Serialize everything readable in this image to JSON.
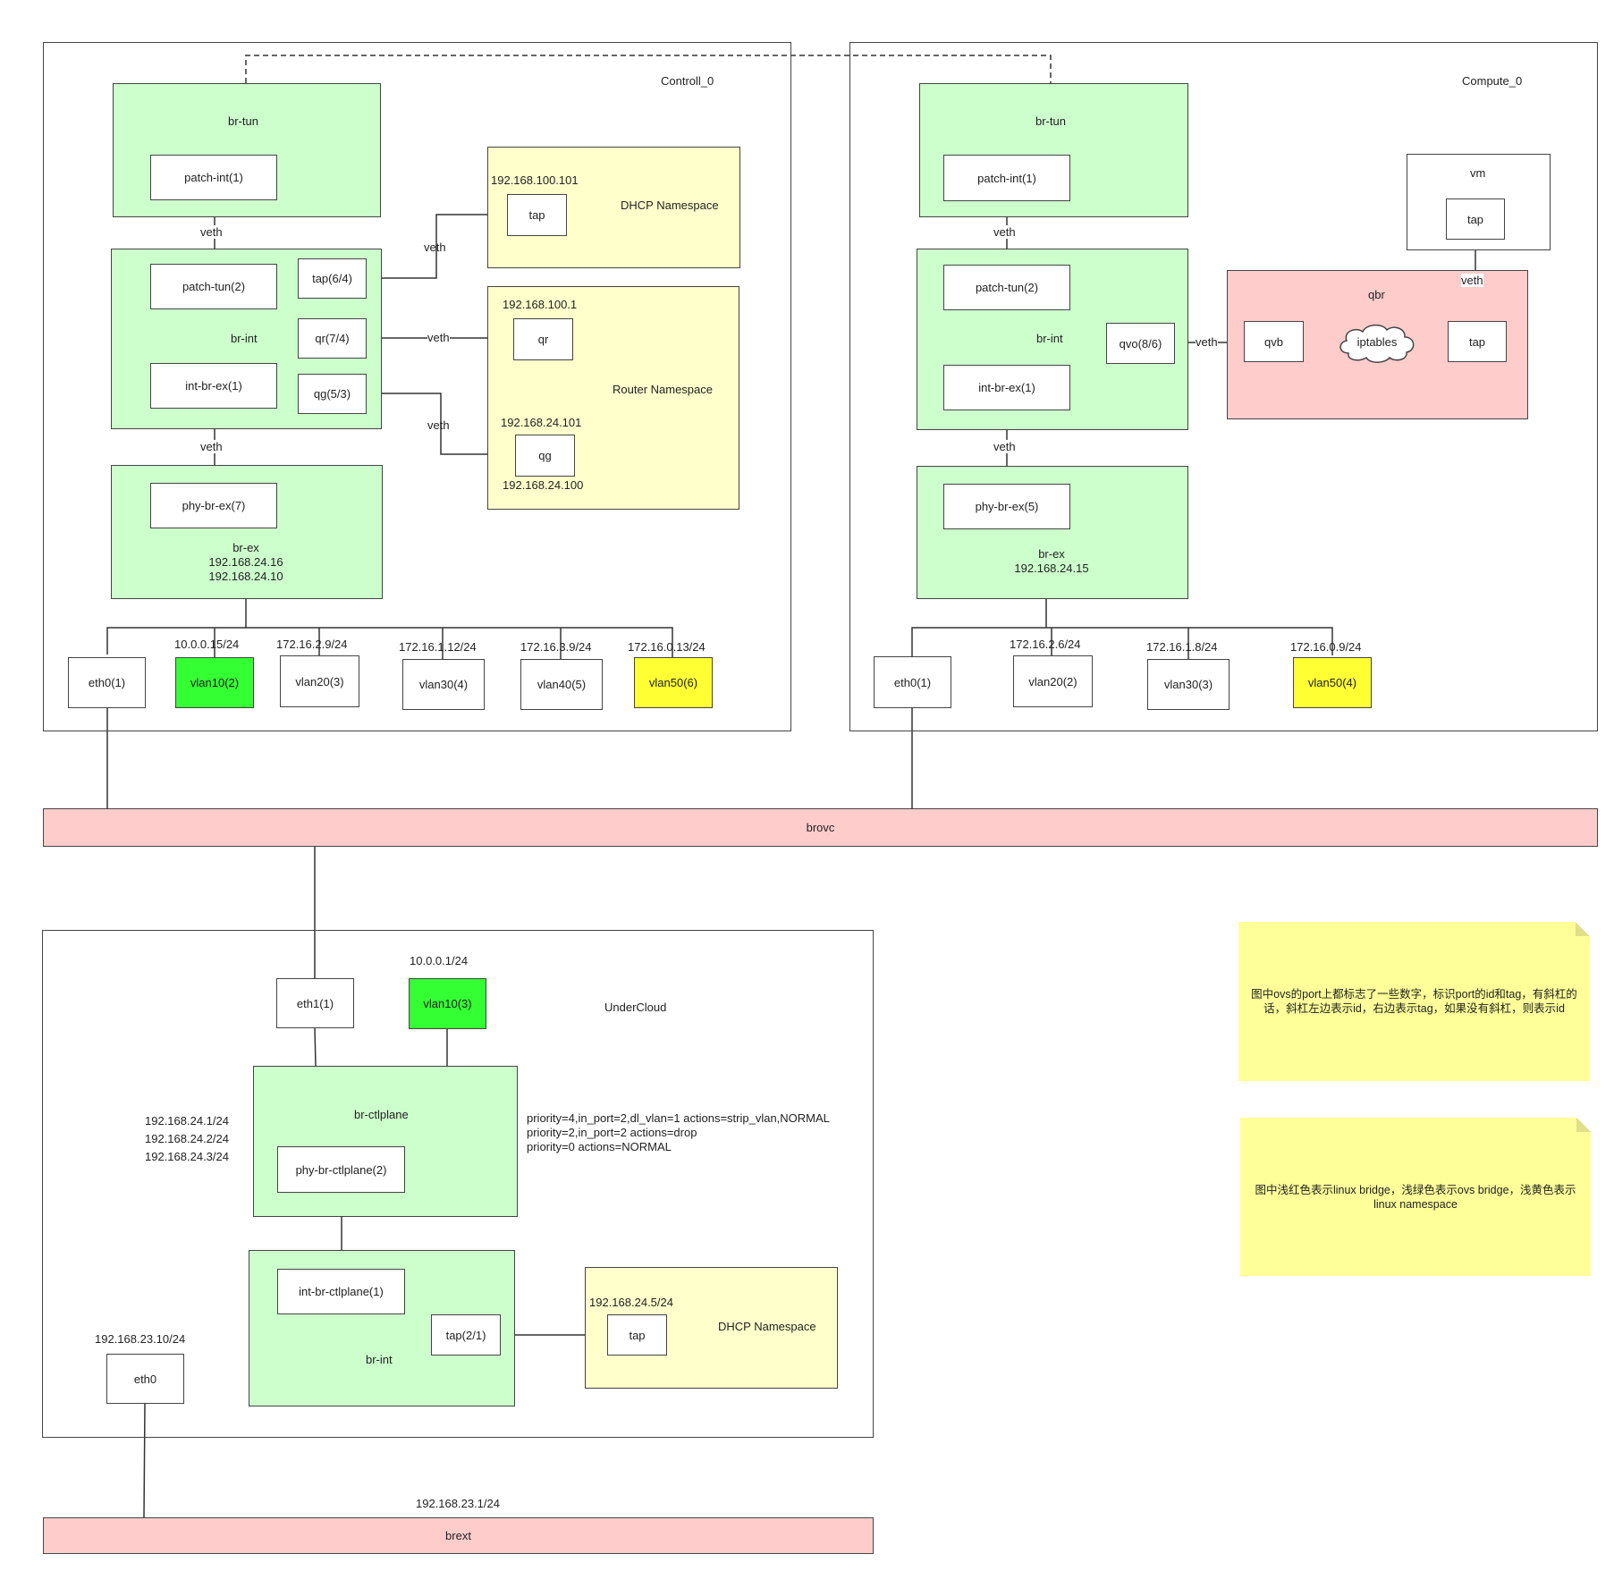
{
  "controller": {
    "title": "Controll_0",
    "br_tun": {
      "label": "br-tun",
      "ports": {
        "patch_int": "patch-int(1)"
      }
    },
    "br_int": {
      "label": "br-int",
      "ports": {
        "patch_tun": "patch-tun(2)",
        "int_br_ex": "int-br-ex(1)",
        "tap": "tap(6/4)",
        "qr": "qr(7/4)",
        "qg": "qg(5/3)"
      }
    },
    "br_ex": {
      "label": "br-ex",
      "ips": [
        "192.168.24.16",
        "192.168.24.10"
      ],
      "ports": {
        "phy_br_ex": "phy-br-ex(7)"
      }
    },
    "dhcp_ns": {
      "label": "DHCP Namespace",
      "ip": "192.168.100.101",
      "tap": "tap"
    },
    "router_ns": {
      "label": "Router Namespace",
      "qr_ip": "192.168.100.1",
      "qr": "qr",
      "qg_ip": "192.168.24.101",
      "qg": "qg",
      "qg_ip2": "192.168.24.100"
    },
    "veth": "veth",
    "nics": [
      {
        "name": "eth0(1)",
        "ip": ""
      },
      {
        "name": "vlan10(2)",
        "ip": "10.0.0.15/24"
      },
      {
        "name": "vlan20(3)",
        "ip": "172.16.2.9/24"
      },
      {
        "name": "vlan30(4)",
        "ip": "172.16.1.12/24"
      },
      {
        "name": "vlan40(5)",
        "ip": "172.16.3.9/24"
      },
      {
        "name": "vlan50(6)",
        "ip": "172.16.0.13/24"
      }
    ]
  },
  "compute": {
    "title": "Compute_0",
    "br_tun": {
      "label": "br-tun",
      "ports": {
        "patch_int": "patch-int(1)"
      }
    },
    "br_int": {
      "label": "br-int",
      "ports": {
        "patch_tun": "patch-tun(2)",
        "int_br_ex": "int-br-ex(1)",
        "qvo": "qvo(8/6)"
      }
    },
    "br_ex": {
      "label": "br-ex",
      "ip": "192.168.24.15",
      "ports": {
        "phy_br_ex": "phy-br-ex(5)"
      }
    },
    "vm": {
      "label": "vm",
      "tap": "tap"
    },
    "qbr": {
      "label": "qbr",
      "qvb": "qvb",
      "iptables": "iptables",
      "tap": "tap"
    },
    "veth": "veth",
    "nics": [
      {
        "name": "eth0(1)",
        "ip": ""
      },
      {
        "name": "vlan20(2)",
        "ip": "172.16.2.6/24"
      },
      {
        "name": "vlan30(3)",
        "ip": "172.16.1.8/24"
      },
      {
        "name": "vlan50(4)",
        "ip": "172.16.0.9/24"
      }
    ]
  },
  "brovc": {
    "label": "brovc"
  },
  "undercloud": {
    "title": "UnderCloud",
    "eth1": "eth1(1)",
    "vlan10": {
      "name": "vlan10(3)",
      "ip": "10.0.0.1/24"
    },
    "br_ctlplane": {
      "label": "br-ctlplane",
      "port": "phy-br-ctlplane(2)",
      "ips": [
        "192.168.24.1/24",
        "192.168.24.2/24",
        "192.168.24.3/24"
      ]
    },
    "flows": [
      "priority=4,in_port=2,dl_vlan=1 actions=strip_vlan,NORMAL",
      "priority=2,in_port=2 actions=drop",
      "priority=0 actions=NORMAL"
    ],
    "br_int": {
      "label": "br-int",
      "port": "int-br-ctlplane(1)",
      "tap": "tap(2/1)"
    },
    "dhcp_ns": {
      "label": "DHCP Namespace",
      "ip": "192.168.24.5/24",
      "tap": "tap"
    },
    "eth0": {
      "name": "eth0",
      "ip": "192.168.23.10/24"
    }
  },
  "brext": {
    "label": "brext",
    "ip": "192.168.23.1/24"
  },
  "notes": [
    "图中ovs的port上都标志了一些数字，标识port的id和tag，有斜杠的话，斜杠左边表示id，右边表示tag，如果没有斜杠，则表示id",
    "图中浅红色表示linux bridge，浅绿色表示ovs bridge，浅黄色表示linux namespace"
  ],
  "colors": {
    "ovs_bridge": "#ccffcc",
    "linux_bridge": "#ffcccc",
    "namespace": "#ffffcc",
    "vlan10": "#33ff33",
    "vlan50": "#ffff33",
    "note": "#ffff99"
  }
}
